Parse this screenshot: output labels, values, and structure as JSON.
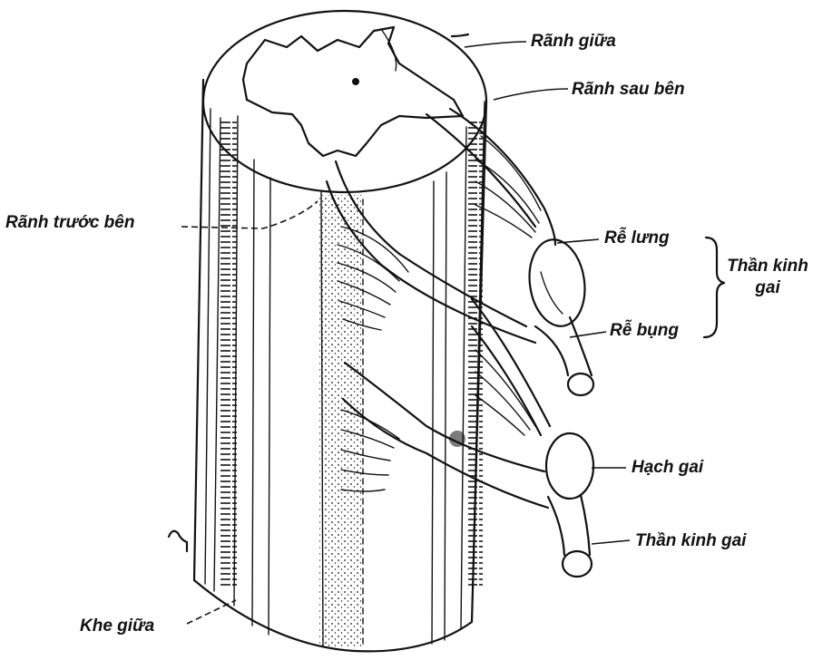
{
  "labels": {
    "ranh_giua": "Rãnh giữa",
    "ranh_sau_ben": "Rãnh sau bên",
    "ranh_truoc_ben": "Rãnh trước bên",
    "re_lung": "Rễ lưng",
    "than_kinh_gai_group": "Thần kinh gai",
    "re_bung": "Rễ bụng",
    "hach_gai": "Hạch gai",
    "than_kinh_gai": "Thần kinh gai",
    "khe_giua": "Khe giữa"
  },
  "colors": {
    "ink": "#111111",
    "paper": "#ffffff"
  }
}
